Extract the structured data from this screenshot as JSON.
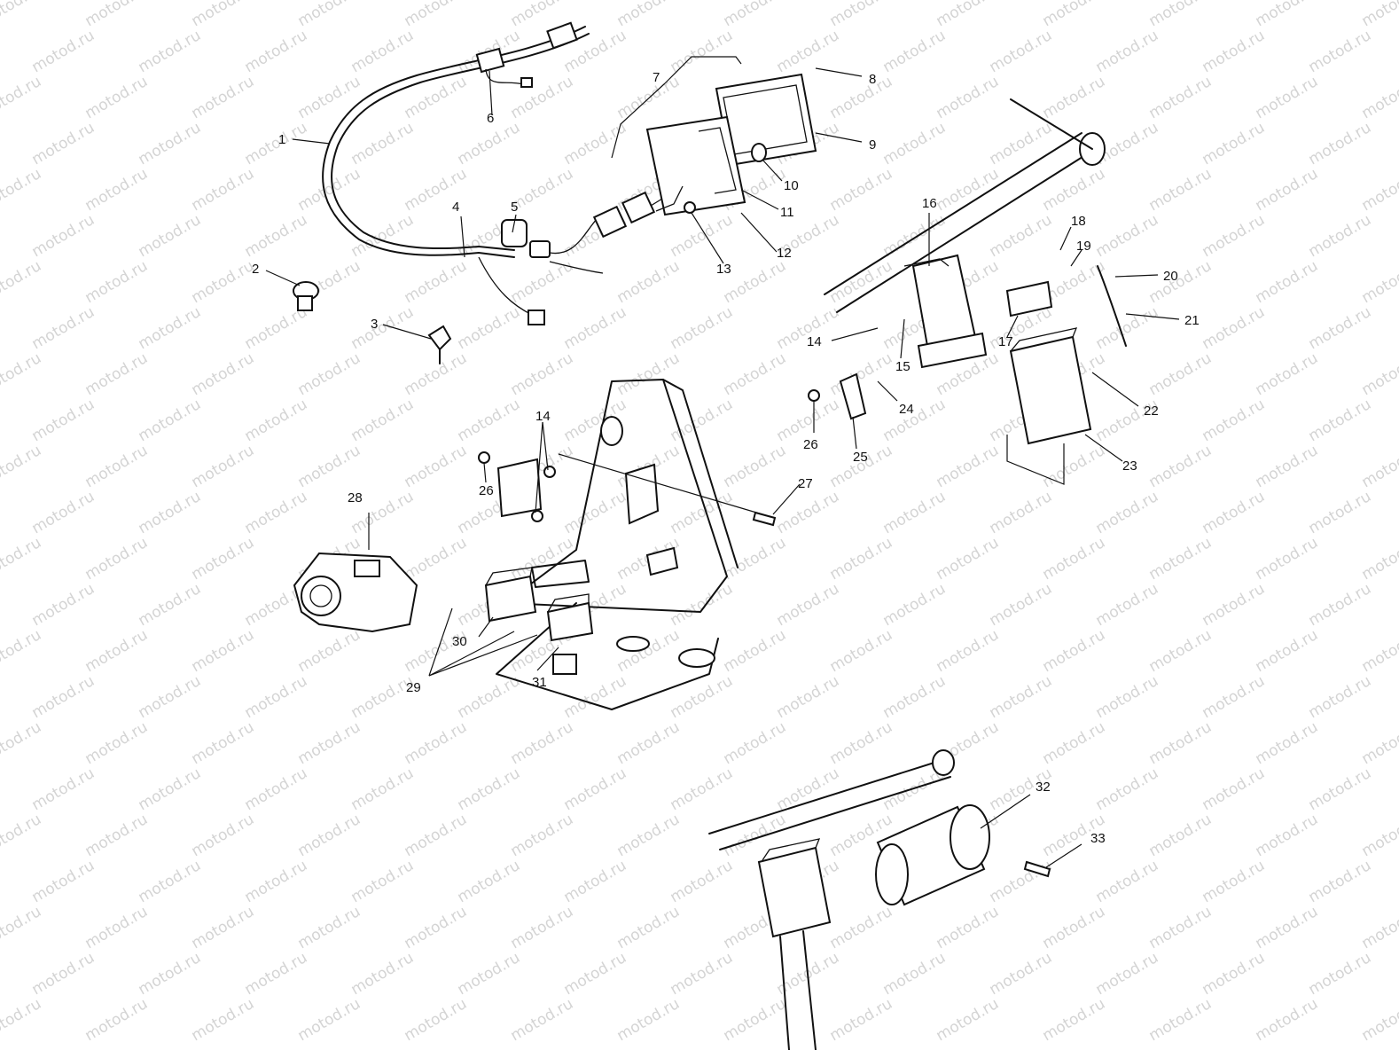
{
  "watermark": {
    "text": "motod.ru",
    "color": "#d4d4d4"
  },
  "callouts": [
    "1",
    "2",
    "3",
    "4",
    "5",
    "6",
    "7",
    "8",
    "9",
    "10",
    "11",
    "12",
    "13",
    "14",
    "14",
    "15",
    "16",
    "17",
    "18",
    "19",
    "20",
    "21",
    "22",
    "23",
    "24",
    "25",
    "26",
    "26",
    "27",
    "28",
    "29",
    "30",
    "31",
    "32",
    "33"
  ],
  "colors": {
    "ink": "#111111",
    "background": "#ffffff"
  }
}
